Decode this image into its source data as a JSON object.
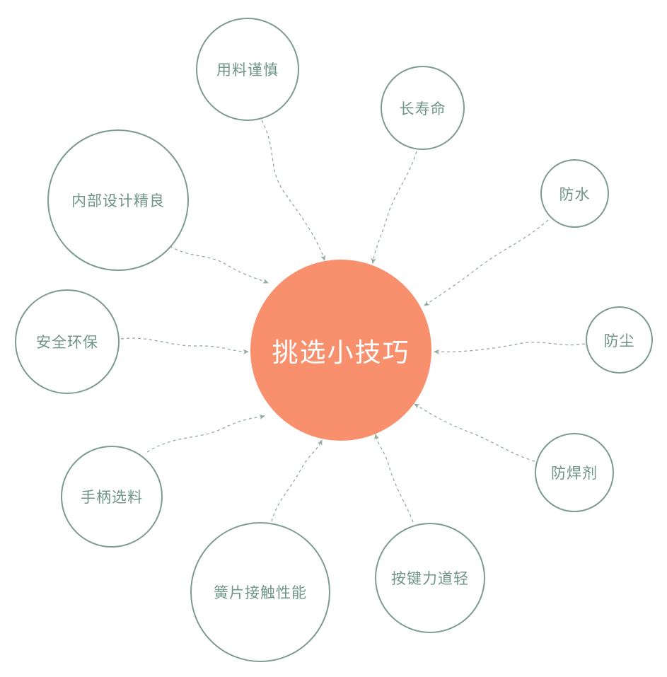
{
  "diagram": {
    "title": "挑选小技巧",
    "center": {
      "label": "挑选小技巧"
    },
    "nodes": [
      {
        "id": "material-care",
        "label": "用料谨慎"
      },
      {
        "id": "long-lifespan",
        "label": "长寿命"
      },
      {
        "id": "waterproof",
        "label": "防水"
      },
      {
        "id": "dustproof",
        "label": "防尘"
      },
      {
        "id": "anti-flux",
        "label": "防焊剂"
      },
      {
        "id": "light-key-force",
        "label": "按键力道轻"
      },
      {
        "id": "reed-contact",
        "label": "簧片接触性能"
      },
      {
        "id": "handle-material",
        "label": "手柄选料"
      },
      {
        "id": "safe-eco",
        "label": "安全环保"
      },
      {
        "id": "fine-internal-design",
        "label": "内部设计精良"
      }
    ],
    "colors": {
      "center_fill": "#f8906e",
      "center_text": "#ffffff",
      "node_border": "#7c9c90",
      "node_text": "#6f9488",
      "line": "#93ad9f",
      "background": "#ffffff"
    }
  }
}
